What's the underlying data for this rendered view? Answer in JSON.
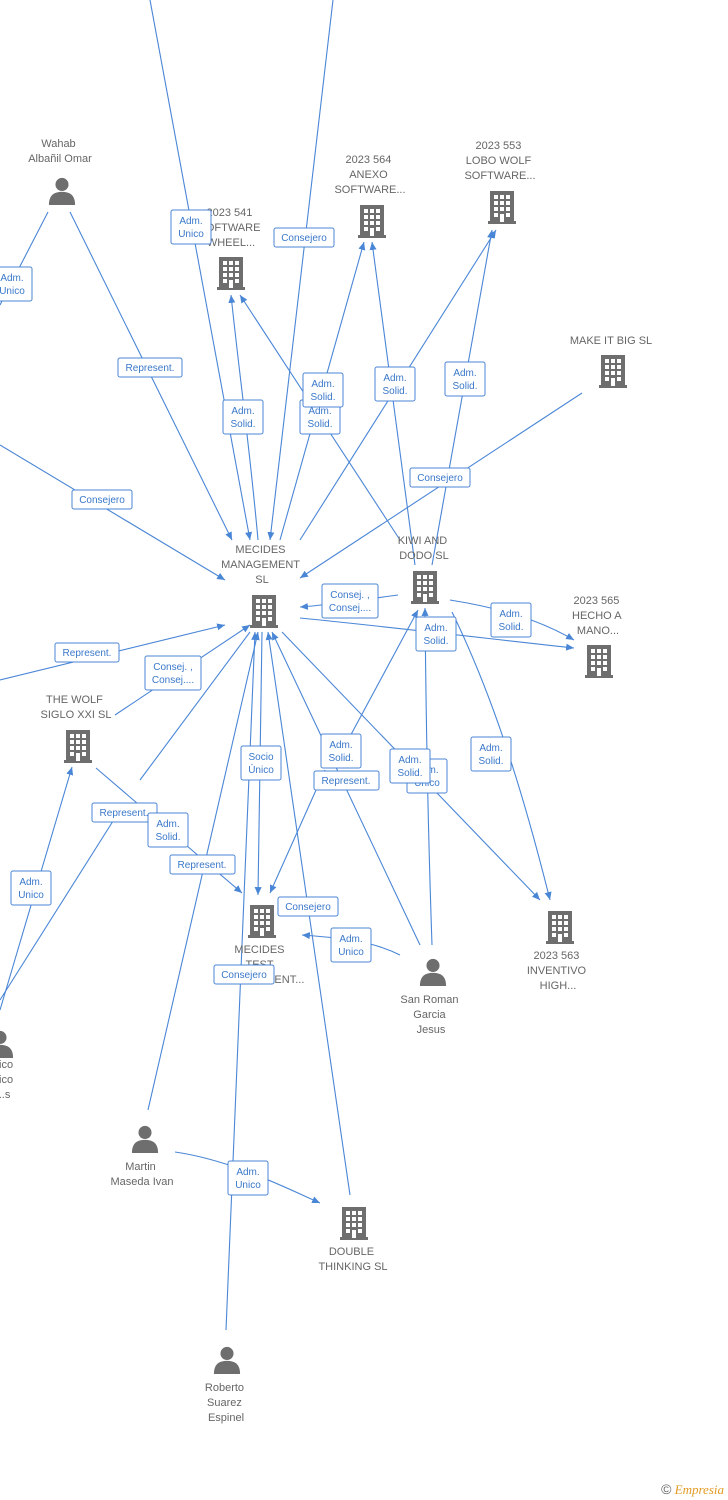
{
  "colors": {
    "edge": "#4a86d6",
    "node_icon": "#6e6e6e",
    "text": "#666666",
    "brand": "#e39a22"
  },
  "nodes": [
    {
      "id": "mecides_mgmt",
      "kind": "company",
      "label": [
        "MECIDES",
        "MANAGEMENT",
        "SL"
      ]
    },
    {
      "id": "kiwi",
      "kind": "company",
      "label": [
        "KIWI AND",
        "DODO  SL"
      ]
    },
    {
      "id": "s541",
      "kind": "company",
      "label": [
        "2023 541",
        "SOFTWARE",
        "WHEEL..."
      ]
    },
    {
      "id": "a564",
      "kind": "company",
      "label": [
        "2023 564",
        "ANEXO",
        "SOFTWARE..."
      ]
    },
    {
      "id": "l553",
      "kind": "company",
      "label": [
        "2023 553",
        "LOBO WOLF",
        "SOFTWARE..."
      ]
    },
    {
      "id": "makeit",
      "kind": "company",
      "label": [
        "MAKE IT BIG  SL"
      ]
    },
    {
      "id": "h565",
      "kind": "company",
      "label": [
        "2023 565",
        "HECHO A",
        "MANO..."
      ]
    },
    {
      "id": "wolf",
      "kind": "company",
      "label": [
        "THE WOLF",
        "SIGLO XXI  SL"
      ]
    },
    {
      "id": "mecides_test",
      "kind": "company",
      "label": [
        "MECIDES",
        "TEST",
        "MANAGEMENT..."
      ]
    },
    {
      "id": "i563",
      "kind": "company",
      "label": [
        "2023 563",
        "INVENTIVO",
        "HIGH..."
      ]
    },
    {
      "id": "double",
      "kind": "company",
      "label": [
        "DOUBLE",
        "THINKING SL"
      ]
    },
    {
      "id": "wahab",
      "kind": "person",
      "label": [
        "Wahab",
        "Albañil Omar"
      ]
    },
    {
      "id": "sanroman",
      "kind": "person",
      "label": [
        "San Roman",
        "Garcia",
        "Jesus"
      ]
    },
    {
      "id": "martin",
      "kind": "person",
      "label": [
        "Martin",
        "Maseda Ivan"
      ]
    },
    {
      "id": "roberto",
      "kind": "person",
      "label": [
        "Roberto",
        "Suarez",
        "Espinel"
      ]
    },
    {
      "id": "edge_person",
      "kind": "person",
      "label": [
        "...ico",
        "...ico",
        "...s"
      ]
    }
  ],
  "edge_labels": [
    [
      "Adm.",
      "Unico"
    ],
    [
      "Consejero"
    ],
    [
      "Adm.",
      "Unico"
    ],
    [
      "Represent."
    ],
    [
      "Adm.",
      "Solid."
    ],
    [
      "Adm.",
      "Solid."
    ],
    [
      "Adm.",
      "Solid."
    ],
    [
      "Adm.",
      "Solid."
    ],
    [
      "Adm.",
      "Solid."
    ],
    [
      "Consejero"
    ],
    [
      "Consejero"
    ],
    [
      "Consej. ,",
      "Consej...."
    ],
    [
      "Adm.",
      "Solid."
    ],
    [
      "Adm.",
      "Solid."
    ],
    [
      "Represent."
    ],
    [
      "Consej. ,",
      "Consej...."
    ],
    [
      "Socio",
      "Único"
    ],
    [
      "Adm.",
      "Solid."
    ],
    [
      "Represent."
    ],
    [
      "Adm.",
      "Unico"
    ],
    [
      "Adm.",
      "Solid."
    ],
    [
      "Adm.",
      "Solid."
    ],
    [
      "Represent."
    ],
    [
      "Adm.",
      "Solid."
    ],
    [
      "Adm.",
      "Unico"
    ],
    [
      "Represent."
    ],
    [
      "Consejero"
    ],
    [
      "Adm.",
      "Unico"
    ],
    [
      "Consejero"
    ],
    [
      "Adm.",
      "Unico"
    ]
  ],
  "footer": {
    "copyright": "©",
    "brand": "Empresia"
  }
}
